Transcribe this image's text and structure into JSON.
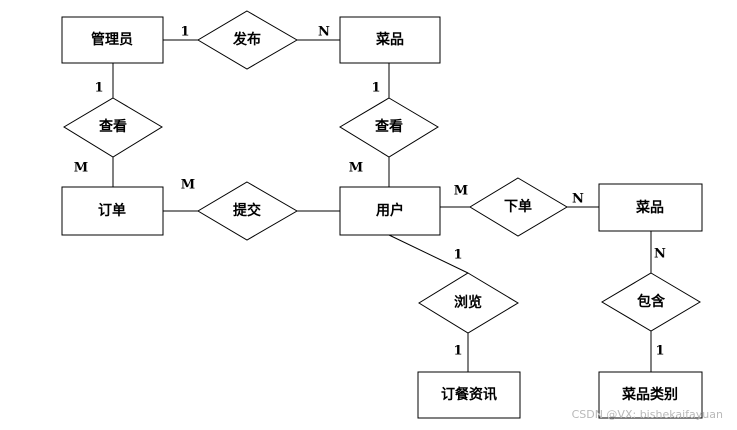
{
  "entities": {
    "admin": "管理员",
    "dish_top": "菜品",
    "order": "订单",
    "user": "用户",
    "dish_right": "菜品",
    "news": "订餐资讯",
    "category": "菜品类别"
  },
  "relationships": {
    "publish": "发布",
    "view_admin": "查看",
    "view_user": "查看",
    "submit": "提交",
    "place_order": "下单",
    "browse": "浏览",
    "contain": "包含"
  },
  "cardinalities": {
    "admin_publish": "1",
    "publish_dish": "N",
    "admin_view": "1",
    "view_order": "M",
    "dish_view": "1",
    "view_user": "M",
    "order_submit": "M",
    "user_place": "M",
    "place_dish": "N",
    "user_browse": "1",
    "browse_news": "1",
    "dish_contain": "N",
    "contain_category": "1"
  },
  "watermark": "CSDN @VX: bishekaifayuan"
}
